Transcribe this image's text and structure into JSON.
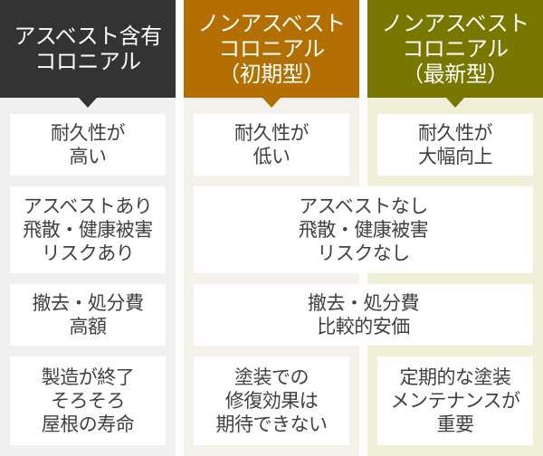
{
  "colors": {
    "col1_header": "#333333",
    "col2_header": "#b36f00",
    "col3_header": "#787800",
    "col1_bg": "#f0f0f0",
    "col2_bg": "#f3f1ea",
    "col3_bg": "#f0f0d8",
    "cell_bg": "#ffffff",
    "cell_text": "#404040"
  },
  "columns": [
    {
      "title": "アスベスト含有\nコロニアル"
    },
    {
      "title": "ノンアスベスト\nコロニアル\n（初期型）"
    },
    {
      "title": "ノンアスベスト\nコロニアル\n（最新型）"
    }
  ],
  "rows": {
    "durability": {
      "col1": "耐久性が\n高い",
      "col2": "耐久性が\n低い",
      "col3": "耐久性が\n大幅向上"
    },
    "health_risk": {
      "col1": "アスベストあり\n飛散・健康被害\nリスクあり",
      "col2_col3_merged": "アスベストなし\n飛散・健康被害\nリスクなし"
    },
    "disposal_cost": {
      "col1": "撤去・処分費\n高額",
      "col2_col3_merged": "撤去・処分費\n比較的安価"
    },
    "maintenance": {
      "col1": "製造が終了\nそろそろ\n屋根の寿命",
      "col2": "塗装での\n修復効果は\n期待できない",
      "col3": "定期的な塗装\nメンテナンスが\n重要"
    }
  }
}
